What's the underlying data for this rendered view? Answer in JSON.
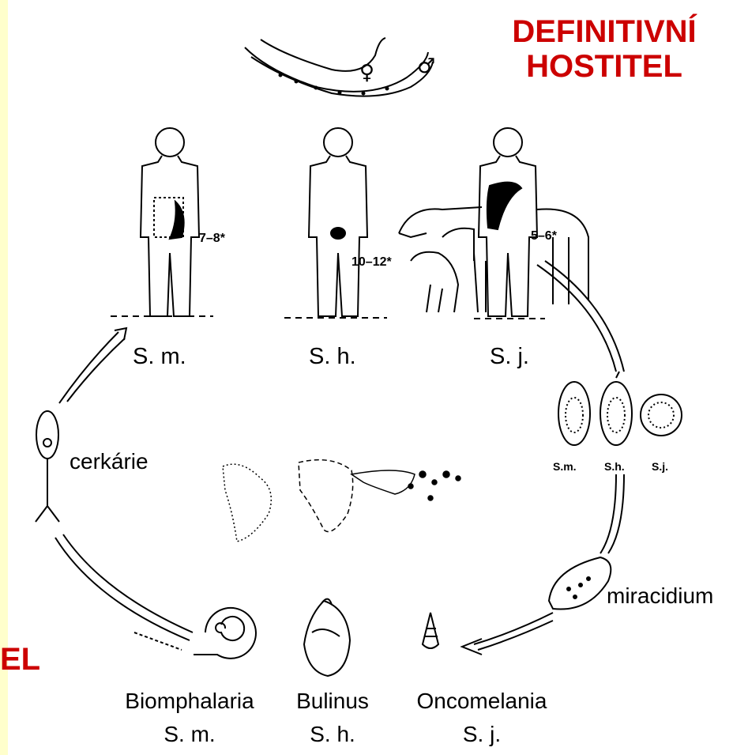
{
  "title_definitive": [
    "DEFINITIVNÍ",
    "HOSTITEL"
  ],
  "title_intermediate_fragment": "EL",
  "hosts": [
    {
      "label": "S. m.",
      "period": "7–8*"
    },
    {
      "label": "S. h.",
      "period": "10–12*"
    },
    {
      "label": "S. j.",
      "period": "5–6*"
    }
  ],
  "egg_labels": [
    "S.m.",
    "S.h.",
    "S.j."
  ],
  "stages": {
    "cercaria": "cerkárie",
    "miracidium": "miracidium"
  },
  "snails": [
    {
      "genus": "Biomphalaria",
      "species": "S. m."
    },
    {
      "genus": "Bulinus",
      "species": "S. h."
    },
    {
      "genus": "Oncomelania",
      "species": "S. j."
    }
  ],
  "colors": {
    "title": "#cc0000",
    "background": "#ffffcc",
    "panel": "#ffffff",
    "ink": "#000000"
  }
}
